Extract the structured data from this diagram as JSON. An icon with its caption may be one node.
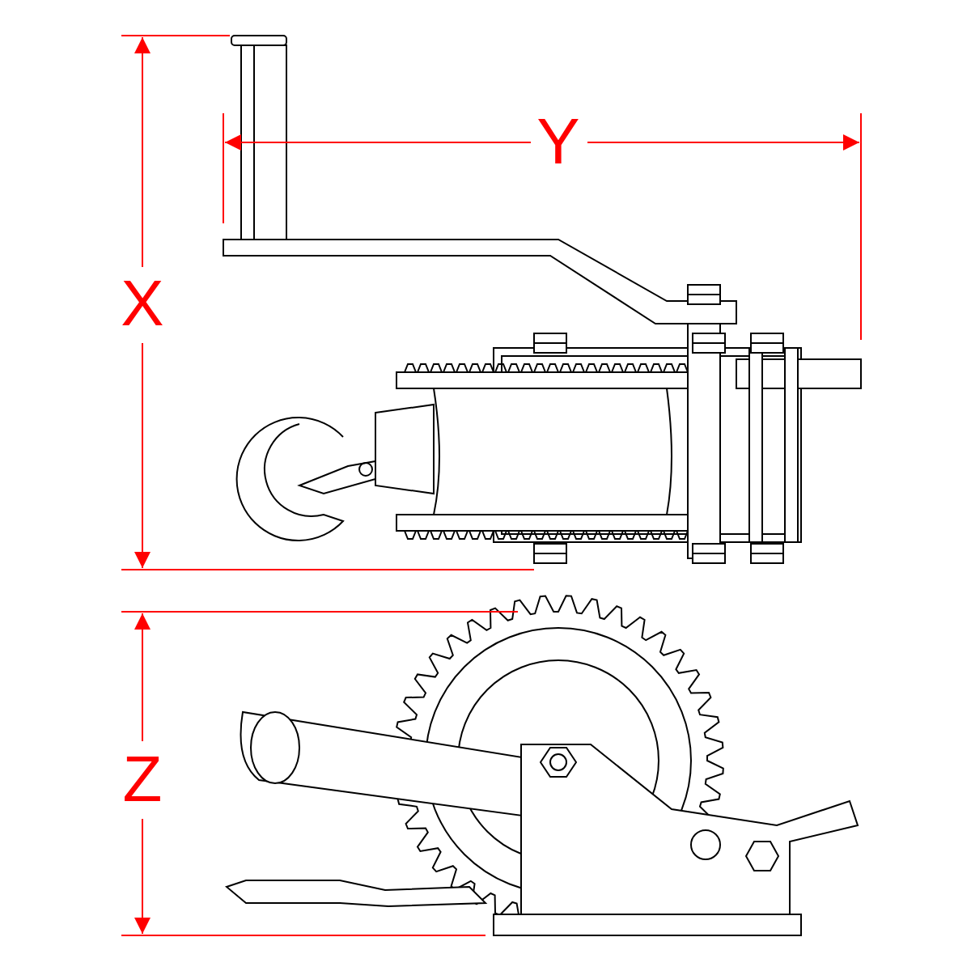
{
  "diagram": {
    "labels": [
      "X",
      "Y",
      "Z"
    ]
  }
}
